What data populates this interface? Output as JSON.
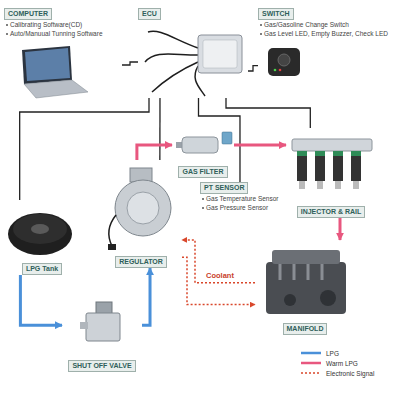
{
  "diagram": {
    "nodes": [
      {
        "text": [
          "COMPUTER",
          "Calibrating Software(CD)",
          "Auto/Manuual Tunning Software"
        ]
      },
      {
        "text": [
          "ECU"
        ]
      },
      {
        "text": [
          "SWITCH",
          "Gas/Gasoline Change Switch",
          "Gas Level LED, Empty Buzzer, Check LED"
        ]
      },
      {
        "text": [
          "GAS FILTER"
        ]
      },
      {
        "text": [
          "PT SENSOR",
          "Gas Temperature Sensor",
          "Gas Pressure Sensor"
        ]
      },
      {
        "text": [
          "INJECTOR & RAIL"
        ]
      },
      {
        "text": [
          "REGULATOR"
        ]
      },
      {
        "text": [
          "LPG Tank"
        ]
      },
      {
        "text": [
          "SHUT OFF VALVE"
        ]
      },
      {
        "text": [
          "MANIFOLD"
        ]
      }
    ],
    "edges": [
      {
        "from": 1,
        "to": 0,
        "arrow": "none"
      },
      {
        "from": 1,
        "to": 2,
        "arrow": "none"
      },
      {
        "from": 1,
        "to": 7,
        "arrow": "none"
      },
      {
        "from": 1,
        "to": 6,
        "arrow": "none"
      },
      {
        "from": 1,
        "to": 4,
        "arrow": "none"
      },
      {
        "from": 1,
        "to": 5,
        "arrow": "none"
      },
      {
        "from": 7,
        "to": 8,
        "arrow": "to"
      },
      {
        "from": 8,
        "to": 6,
        "arrow": "to"
      },
      {
        "from": 6,
        "to": 3,
        "arrow": "to"
      },
      {
        "from": 3,
        "to": 5,
        "arrow": "to"
      },
      {
        "from": 5,
        "to": 9,
        "arrow": "to"
      },
      {
        "from": 9,
        "to": 6,
        "arrow": "to",
        "label": "Coolant"
      },
      {
        "from": 6,
        "to": 9,
        "arrow": "to"
      }
    ],
    "legend": [
      {
        "text": "LPG"
      },
      {
        "text": "Warm LPG"
      },
      {
        "text": "Electronic Signal"
      }
    ]
  }
}
